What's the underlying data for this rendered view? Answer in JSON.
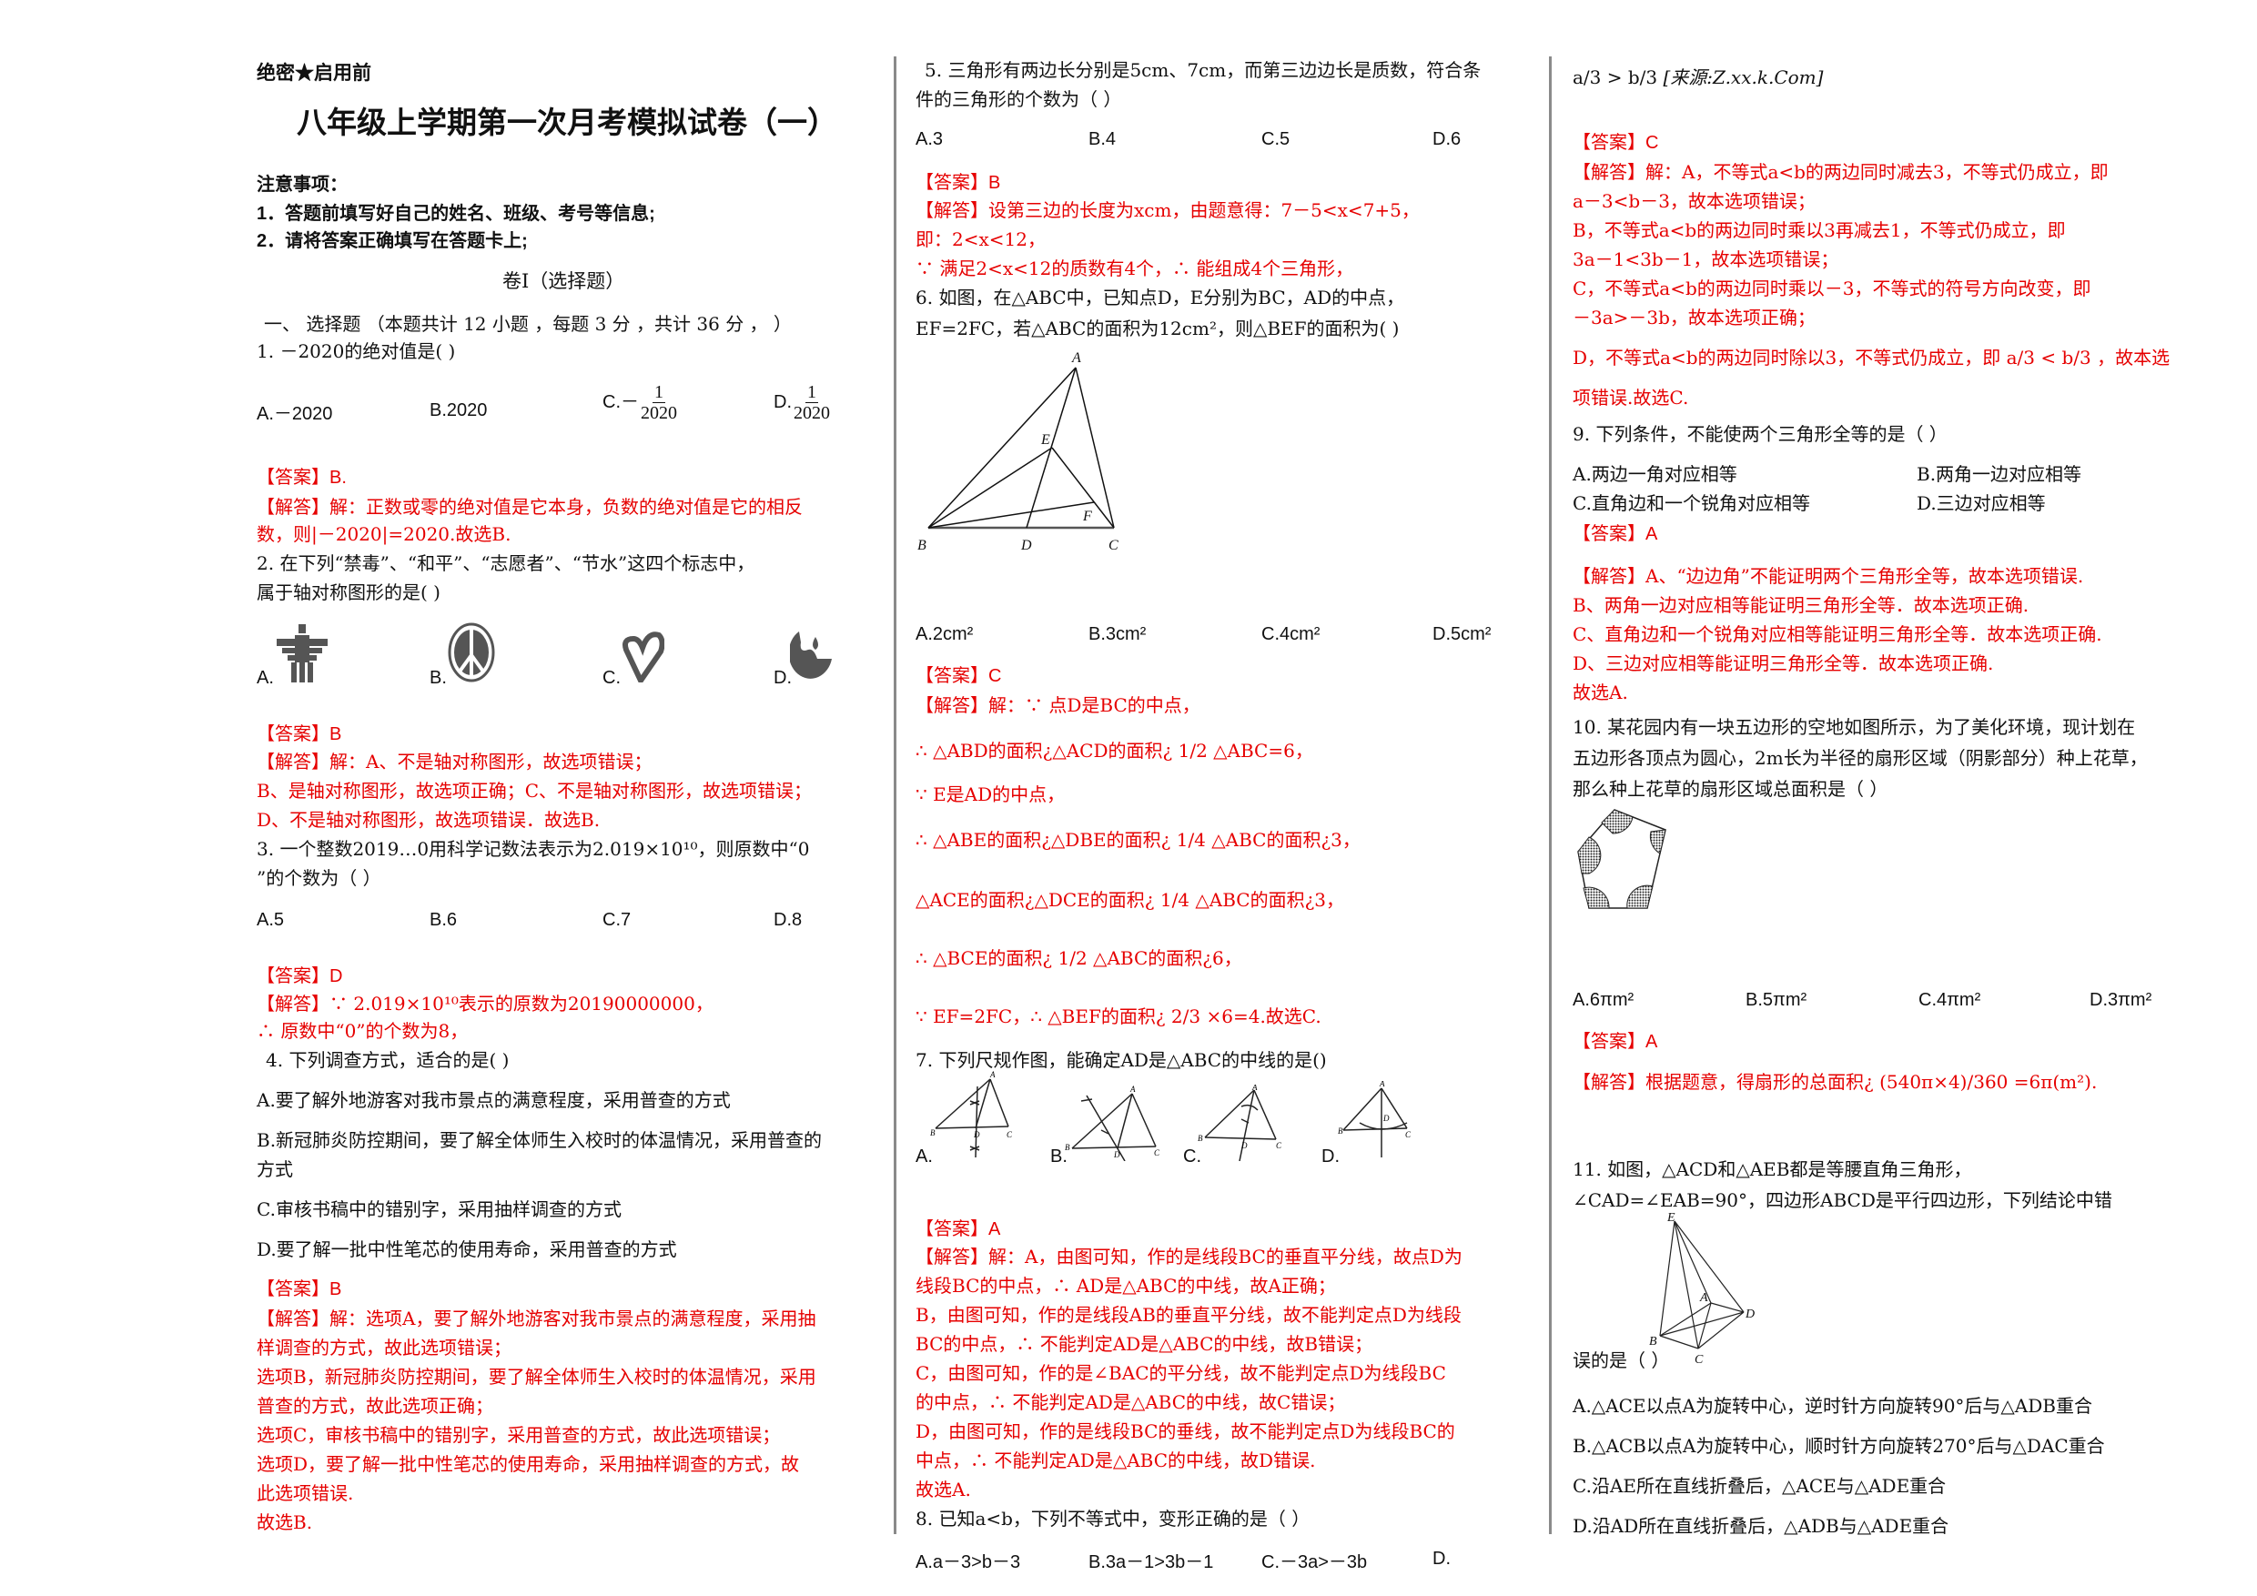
{
  "header": {
    "secret_label": "绝密★启用前",
    "title": "八年级上学期第一次月考模拟试卷（一）",
    "notice_heading": "注意事项：",
    "notice_items": [
      "1．答题前填写好自己的姓名、班级、考号等信息;",
      "2．请将答案正确填写在答题卡上;"
    ],
    "volume_label": "卷Ⅰ（选择题）",
    "section_label": "一、 选择题 （本题共计 12 小题 ，每题 3 分 ，共计 36 分 ， ）"
  },
  "labels": {
    "answer_prefix": "【答案】",
    "solution_prefix": "【解答】"
  },
  "questions": [
    {
      "number": "1.",
      "stem": "1. －2020的绝对值是(      )",
      "options": [
        "A.－2020",
        "B.2020",
        "C.－1/2020",
        "D.1/2020"
      ],
      "option_frac": {
        "num": "1",
        "den": "2020"
      },
      "answer": "【答案】B.",
      "solution": [
        "【解答】解：正数或零的绝对值是它本身，负数的绝对值是它的相反",
        "数，则|－2020|=2020.故选B."
      ]
    },
    {
      "number": "2.",
      "stem": [
        "2. 在下列“禁毒”、“和平”、“志愿者”、“节水”这四个标志中，",
        "属于轴对称图形的是(          )"
      ],
      "options": [
        "A.",
        "B.",
        "C.",
        "D."
      ],
      "option_icons": [
        "eagle-emblem-icon",
        "peace-sign-icon",
        "heart-hand-icon",
        "water-drop-circle-icon"
      ],
      "answer": "【答案】B",
      "solution": [
        "【解答】解：A、不是轴对称图形，故选项错误；",
        "B、是轴对称图形，故选项正确；C、不是轴对称图形，故选项错误；",
        "D、不是轴对称图形，故选项错误．故选B."
      ]
    },
    {
      "number": "3.",
      "stem": [
        "3. 一个整数2019…0用科学记数法表示为2.019×10¹⁰，则原数中“0",
        "”的个数为（ ）"
      ],
      "options": [
        "A.5",
        "B.6",
        "C.7",
        "D.8"
      ],
      "answer": "【答案】D",
      "solution": [
        "【解答】∵   2.019×10¹⁰表示的原数为20190000000，",
        "∴ 原数中“0”的个数为8，"
      ]
    },
    {
      "number": "4.",
      "stem": "4. 下列调查方式，适合的是(      )",
      "options": [
        "A.要了解外地游客对我市景点的满意程度，采用普查的方式",
        "B.新冠肺炎防控期间，要了解全体师生入校时的体温情况，采用普查的",
        "方式",
        "C.审核书稿中的错别字，采用抽样调查的方式",
        "D.要了解一批中性笔芯的使用寿命，采用普查的方式"
      ],
      "answer": "【答案】B",
      "solution": [
        "【解答】解：选项A，要了解外地游客对我市景点的满意程度，采用抽",
        "样调查的方式，故此选项错误；",
        "选项B，新冠肺炎防控期间，要了解全体师生入校时的体温情况，采用",
        "普查的方式，故此选项正确；",
        "选项C，审核书稿中的错别字，采用普查的方式，故此选项错误；",
        "选项D，要了解一批中性笔芯的使用寿命，采用抽样调查的方式，故",
        "此选项错误.",
        "故选B."
      ]
    },
    {
      "number": "5.",
      "stem": [
        "5. 三角形有两边长分别是5cm、7cm，而第三边边长是质数，符合条",
        "件的三角形的个数为（ ）"
      ],
      "options": [
        "A.3",
        "B.4",
        "C.5",
        "D.6"
      ],
      "answer": "【答案】B",
      "solution": [
        "【解答】设第三边的长度为xcm，由题意得：7－5<x<7+5，",
        "即：2<x<12，",
        "∵ 满足2<x<12的质数有4个，∴    能组成4个三角形，"
      ]
    },
    {
      "number": "6.",
      "stem": [
        "6. 如图，在△ABC中，已知点D，E分别为BC，AD的中点，",
        "EF=2FC，若△ABC的面积为12cm²，则△BEF的面积为(      )"
      ],
      "figure_labels": [
        "A",
        "B",
        "C",
        "D",
        "E",
        "F"
      ],
      "options": [
        "A.2cm²",
        "B.3cm²",
        "C.4cm²",
        "D.5cm²"
      ],
      "answer": "【答案】C",
      "solution": [
        "【解答】解：∵    点D是BC的中点，",
        "∴ △ABD的面积¿△ACD的面积¿ 1/2 △ABC=6，",
        "∵ E是AD的中点，",
        "∴ △ABE的面积¿△DBE的面积¿ 1/4 △ABC的面积¿3，",
        "△ACE的面积¿△DCE的面积¿ 1/4 △ABC的面积¿3，",
        "∴ △BCE的面积¿ 1/2 △ABC的面积¿6，",
        "∵ EF=2FC，∴    △BEF的面积¿ 2/3 ×6=4.故选C."
      ]
    },
    {
      "number": "7.",
      "stem": "7. 下列尺规作图，能确定AD是△ABC的中线的是()",
      "options": [
        "A.",
        "B.",
        "C.",
        "D."
      ],
      "answer": "【答案】A",
      "solution": [
        "【解答】解：A，由图可知，作的是线段BC的垂直平分线，故点D为",
        "线段BC的中点，∴    AD是△ABC的中线，故A正确；",
        "B，由图可知，作的是线段AB的垂直平分线，故不能判定点D为线段",
        "BC的中点，∴    不能判定AD是△ABC的中线，故B错误；",
        "C，由图可知，作的是∠BAC的平分线，故不能判定点D为线段BC",
        "的中点，∴    不能判定AD是△ABC的中线，故C错误；",
        "D，由图可知，作的是线段BC的垂线，故不能判定点D为线段BC的",
        "中点，∴    不能判定AD是△ABC的中线，故D错误.",
        "故选A."
      ]
    },
    {
      "number": "8.",
      "stem": "8. 已知a<b，下列不等式中，变形正确的是（ ）",
      "options": [
        "A.a－3>b－3",
        "B.3a－1>3b－1",
        "C.－3a>－3b",
        "D.",
        "a/3 > b/3"
      ],
      "source_note": "[来源:Z.xx.k.Com]",
      "answer": "【答案】C",
      "solution": [
        "【解答】解：A，不等式a<b的两边同时减去3，不等式仍成立，即",
        "a－3<b－3，故本选项错误；",
        "B，不等式a<b的两边同时乘以3再减去1，不等式仍成立，即",
        "3a－1<3b－1，故本选项错误；",
        "C，不等式a<b的两边同时乘以－3，不等式的符号方向改变，即",
        "－3a>－3b，故本选项正确；",
        "D，不等式a<b的两边同时除以3，不等式仍成立，即 a/3 < b/3 ，故本选",
        "项错误.故选C."
      ]
    },
    {
      "number": "9.",
      "stem": "9. 下列条件，不能使两个三角形全等的是（ ）",
      "options": [
        "A.两边一角对应相等",
        "B.两角一边对应相等",
        "C.直角边和一个锐角对应相等",
        "D.三边对应相等"
      ],
      "answer": "【答案】A",
      "solution": [
        "【解答】A、“边边角”不能证明两个三角形全等，故本选项错误.",
        "B、两角一边对应相等能证明三角形全等．故本选项正确.",
        "C、直角边和一个锐角对应相等能证明三角形全等．故本选项正确.",
        "D、三边对应相等能证明三角形全等．故本选项正确.",
        "故选A."
      ]
    },
    {
      "number": "10.",
      "stem": [
        "10. 某花园内有一块五边形的空地如图所示，为了美化环境，现计划在",
        "五边形各顶点为圆心，2m长为半径的扇形区域（阴影部分）种上花草，",
        "那么种上花草的扇形区域总面积是（ ）"
      ],
      "options": [
        "A.6πm²",
        "B.5πm²",
        "C.4πm²",
        "D.3πm²"
      ],
      "answer": "【答案】A",
      "solution": "【解答】根据题意，得扇形的总面积¿ (540π×4)/360 =6π(m²)."
    },
    {
      "number": "11.",
      "stem": [
        "11. 如图，△ACD和△AEB都是等腰直角三角形，",
        "∠CAD=∠EAB=90°，四边形ABCD是平行四边形，下列结论中错",
        "误的是（ ）"
      ],
      "figure_labels": [
        "E",
        "A",
        "D",
        "B",
        "C"
      ],
      "options": [
        "A.△ACE以点A为旋转中心，逆时针方向旋转90°后与△ADB重合",
        "B.△ACB以点A为旋转中心，顺时针方向旋转270°后与△DAC重合",
        "C.沿AE所在直线折叠后，△ACE与△ADE重合",
        "D.沿AD所在直线折叠后，△ADB与△ADE重合"
      ]
    }
  ],
  "colors": {
    "answer_red": "#e60000",
    "text": "#111111",
    "divider": "#8a8a8a"
  }
}
